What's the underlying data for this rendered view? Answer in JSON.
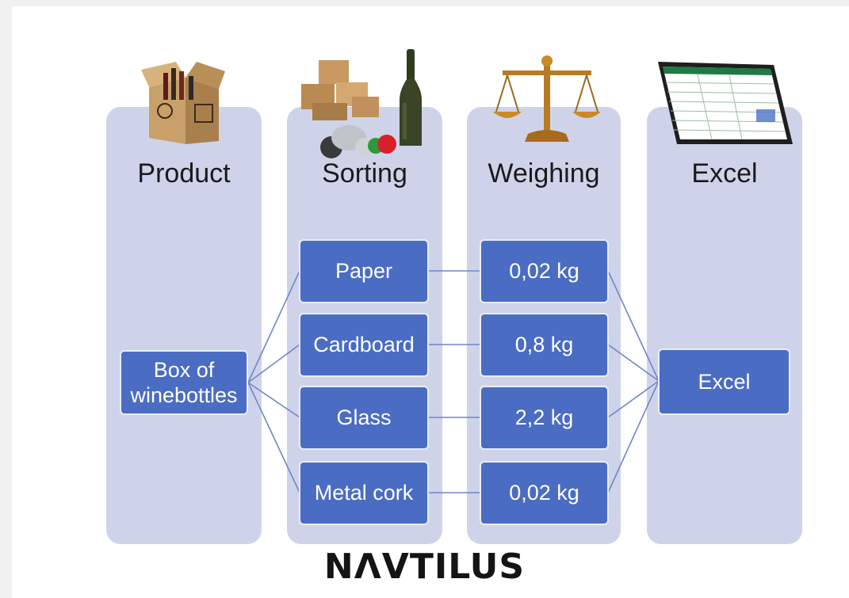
{
  "columns": {
    "product": "Product",
    "sorting": "Sorting",
    "weighing": "Weighing",
    "excel": "Excel"
  },
  "nodes": {
    "source": "Box of winebottles",
    "materials": [
      "Paper",
      "Cardboard",
      "Glass",
      "Metal cork"
    ],
    "weights": [
      "0,02 kg",
      "0,8 kg",
      "2,2 kg",
      "0,02 kg"
    ],
    "target": "Excel"
  },
  "logo": "NAVTILUS",
  "icons": [
    "wine-box-icon",
    "cardboard-boxes-icon",
    "bottle-caps-icon",
    "wine-bottle-icon",
    "balance-scale-icon",
    "spreadsheet-laptop-icon"
  ],
  "colors": {
    "column_bg": "#cfd3ea",
    "node_fill": "#4a6cc3",
    "link": "#6f86c8"
  }
}
